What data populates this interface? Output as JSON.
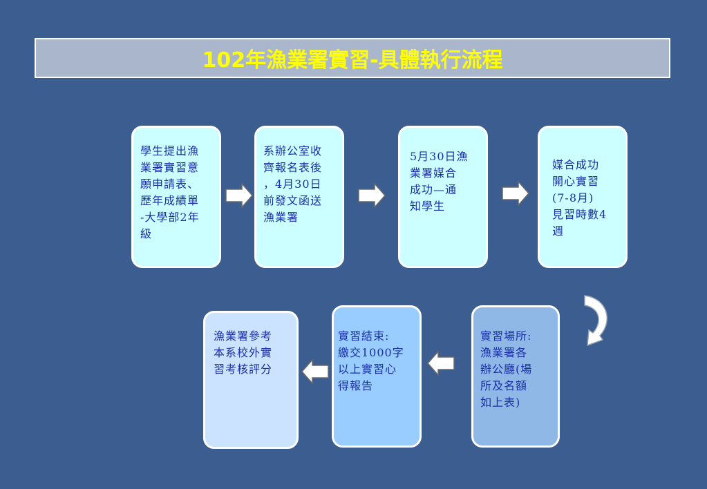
{
  "title": "102年漁業署實習-具體執行流程",
  "steps": [
    {
      "text": "學生提出漁\n業署實習意\n願申請表、\n歷年成績單\n-大學部2年\n級"
    },
    {
      "text": "系辦公室收\n齊報名表後\n，4月30日\n前發文函送\n漁業署"
    },
    {
      "text": "5月30日漁\n業署媒合\n成功—通\n知學生"
    },
    {
      "text": "媒合成功\n開心實習\n(7-8月)\n見習時數4\n週"
    },
    {
      "text": "實習場所:\n漁業署各\n辦公廳(場\n所及名額\n如上表)"
    },
    {
      "text": "實習結束:\n繳交1000字\n以上實習心\n得報告"
    },
    {
      "text": "漁業署參考\n本系校外實\n習考核評分"
    }
  ],
  "colors": {
    "background": "#3b5d8f",
    "title_fill": "#a9b6cc",
    "title_text": "#ffff00",
    "box_text": "#1a2fa8",
    "box_top_row": "#ccffff"
  }
}
